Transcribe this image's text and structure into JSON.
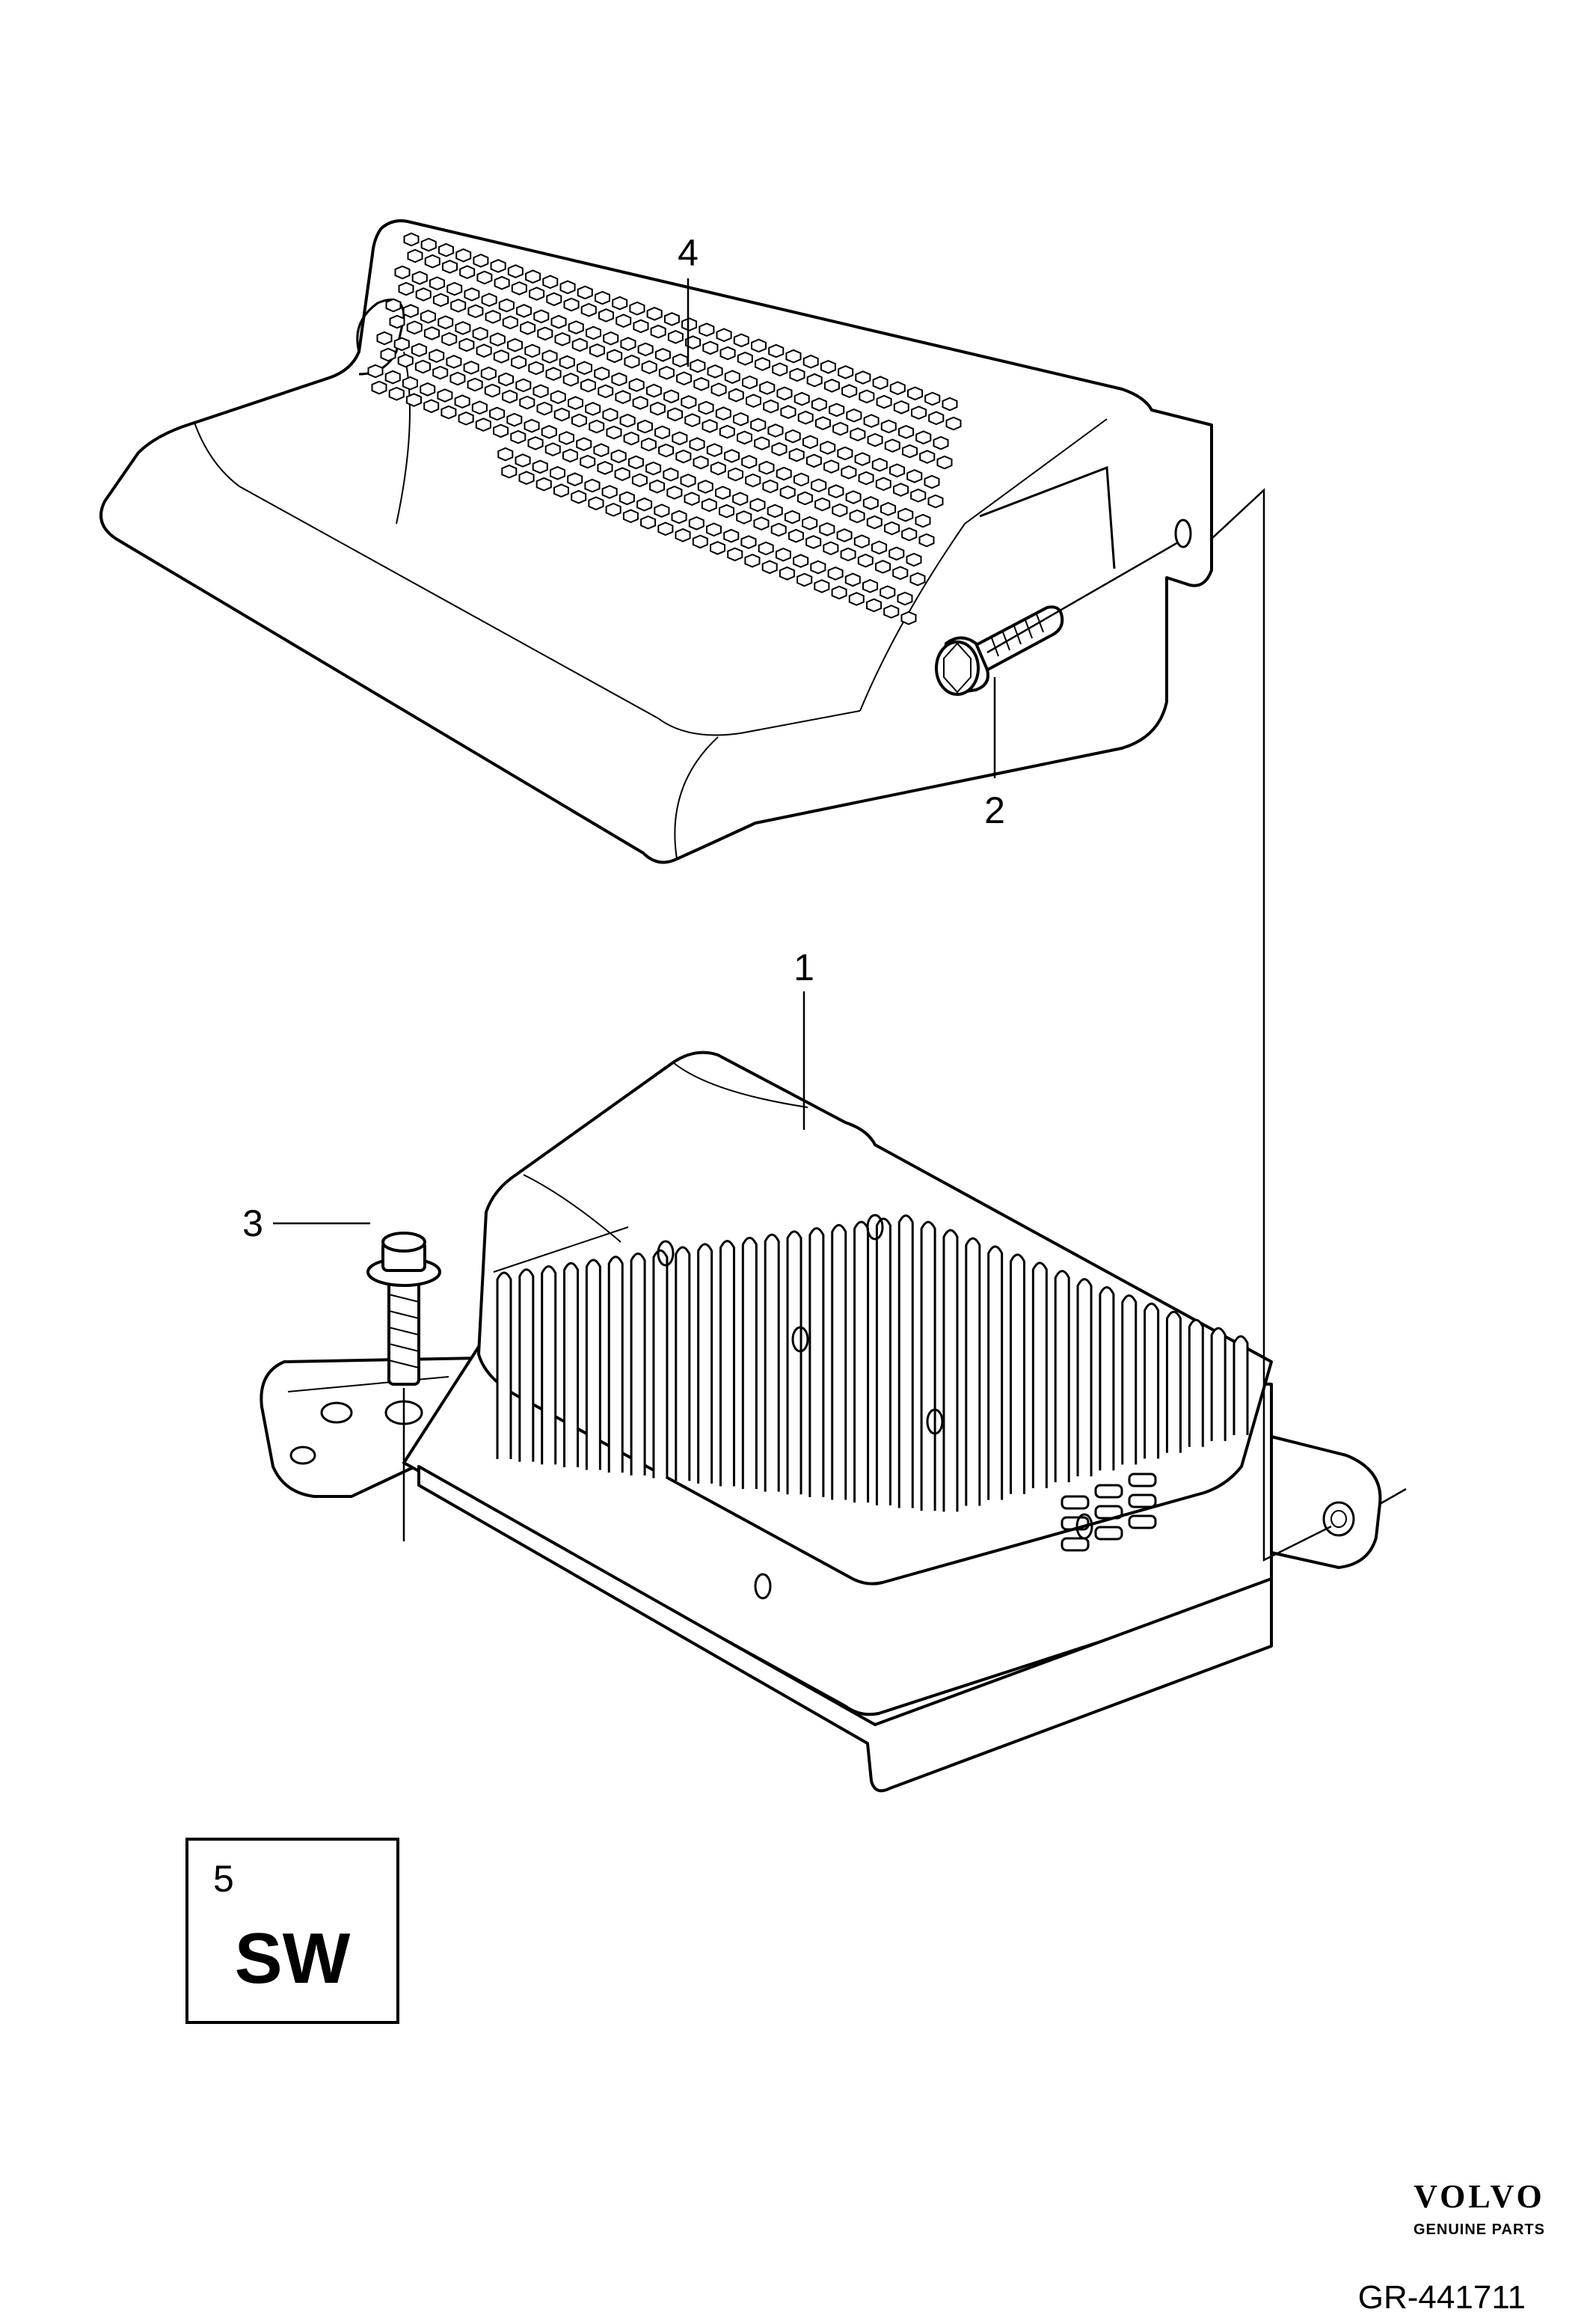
{
  "callouts": {
    "p1": "1",
    "p2": "2",
    "p3": "3",
    "p4": "4"
  },
  "sw_box": {
    "number": "5",
    "label": "SW"
  },
  "logo": {
    "brand": "VOLVO",
    "subtitle": "GENUINE PARTS"
  },
  "reference": "GR-441711"
}
